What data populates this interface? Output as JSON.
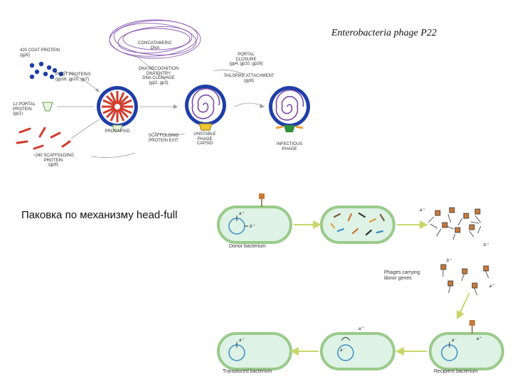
{
  "title": "Enterobacteria phage P22",
  "caption": "Паковка по механизму head-full",
  "assembly_labels": {
    "coat_protein": "420 COAT PROTEIN\n(gp5)",
    "concatemeric_dna": "CONCATAMERIC DNA",
    "pilot_proteins": "PILOT PROTEINS\n(gp16, gp20, gp7)",
    "portal_protein": "12 PORTAL\nPROTEIN\n(gp1)",
    "scaffolding_protein": "~240 SCAFFOLDING\nPROTEIN\n(gp8)",
    "procapsid": "PROCAPSID",
    "dna_recognition": "DNA RECOGNITION\nDNA ENTRY\nDNA CLEAVAGE\n(gp2, gp3)",
    "scaffolding_exit": "SCAFFOLDING\nPROTEIN EXIT",
    "unstable_capsid": "UNSTABLE\nPHAGE\nCAPSID",
    "portal_closure": "PORTAL\nCLOSURE\n(gp4, gp10, gp26)",
    "tailspike_attachment": "TAILSPIKE ATTACHMENT\n(gp9)",
    "infectious_phage": "INFECTIOUS\nPHAGE"
  },
  "transduction_labels": {
    "donor": "Donor bacterium",
    "transduced": "Transduced bacterium",
    "recipient": "Recipient bacterium",
    "phages_carrying": "Phages carrying\ndonor genes",
    "gene_a_plus": "a⁺",
    "gene_b_plus": "b⁺",
    "gene_a_minus": "a⁻",
    "gene_b_minus": "b⁻"
  },
  "colors": {
    "cell_fill": "#dff2e6",
    "cell_stroke": "#9acb8a",
    "arrow": "#d6e07a",
    "coat": "#1f3ea8",
    "scaffold": "#d23b2b",
    "dna": "#7a4aa8"
  }
}
